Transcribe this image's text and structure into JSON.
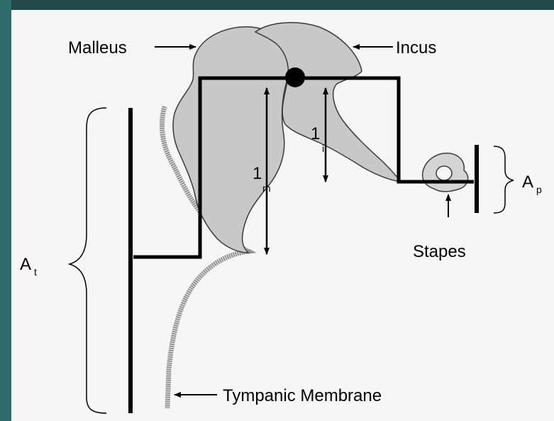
{
  "diagram": {
    "labels": {
      "malleus": "Malleus",
      "incus": "Incus",
      "stapes": "Stapes",
      "tympanic_membrane": "Tympanic Membrane",
      "area_tympanic": "A",
      "area_tympanic_sub": "t",
      "area_stapes": "A",
      "area_stapes_sub": "p",
      "lever_malleus": "1",
      "lever_malleus_sub": "m",
      "lever_incus": "1",
      "lever_incus_sub": "i"
    },
    "colors": {
      "background": "#2c5b5c",
      "panel": "#f6f6f6",
      "bone_fill": "#c8c8c8",
      "membrane": "#8f8f8f",
      "lines": "#000000"
    }
  }
}
